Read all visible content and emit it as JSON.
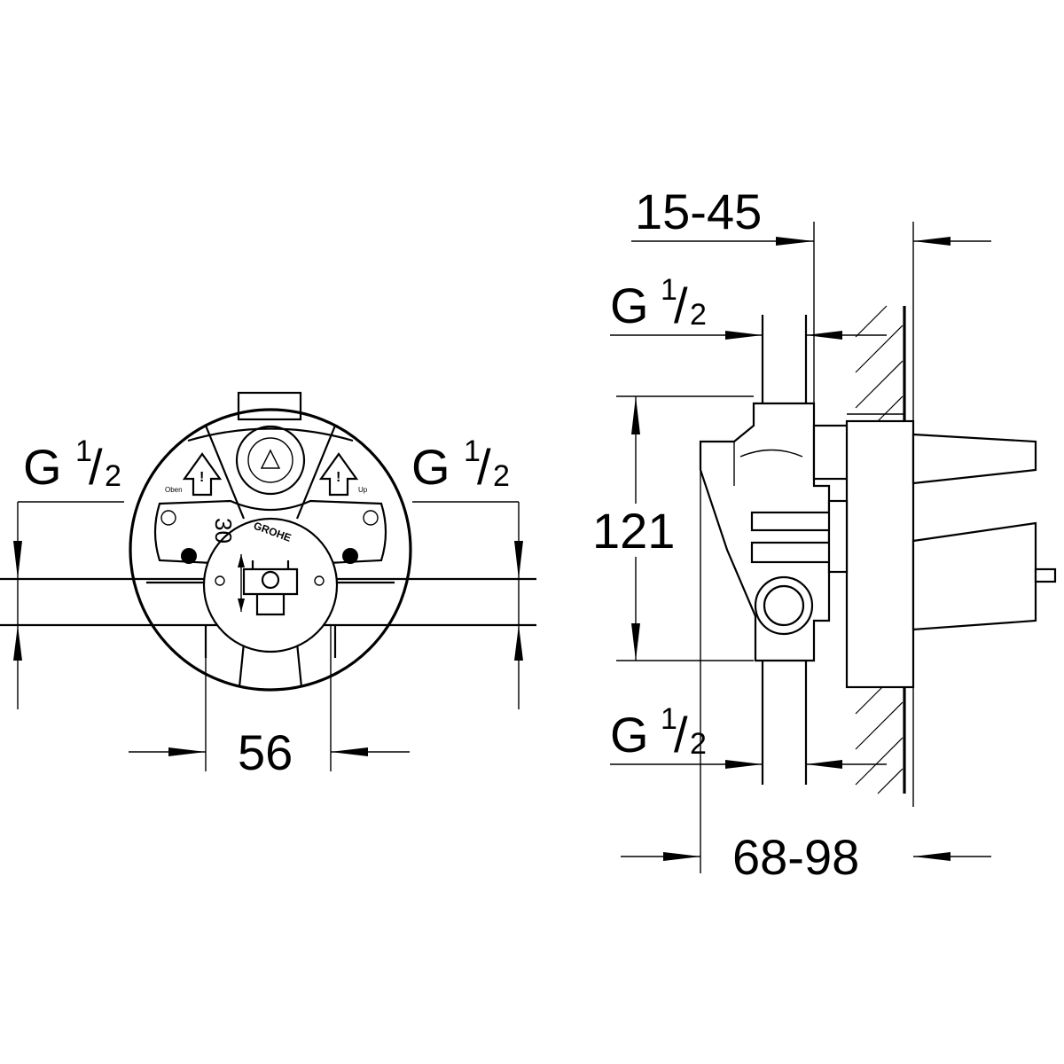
{
  "front_view": {
    "label_thread_left": {
      "main": "G",
      "sup": "1",
      "sub": "2"
    },
    "label_thread_right": {
      "main": "G",
      "sup": "1",
      "sub": "2"
    },
    "dim_width": "56",
    "dim_offset": "30",
    "logo_text": "GROHE",
    "mark_left": "Oben",
    "mark_right": "Up"
  },
  "side_view": {
    "dim_wall_depth": "15-45",
    "label_thread_top": {
      "main": "G",
      "sup": "1",
      "sub": "2"
    },
    "dim_height": "121",
    "label_thread_bottom": {
      "main": "G",
      "sup": "1",
      "sub": "2"
    },
    "dim_install_depth": "68-98"
  },
  "colors": {
    "line": "#000000",
    "background": "#ffffff"
  }
}
